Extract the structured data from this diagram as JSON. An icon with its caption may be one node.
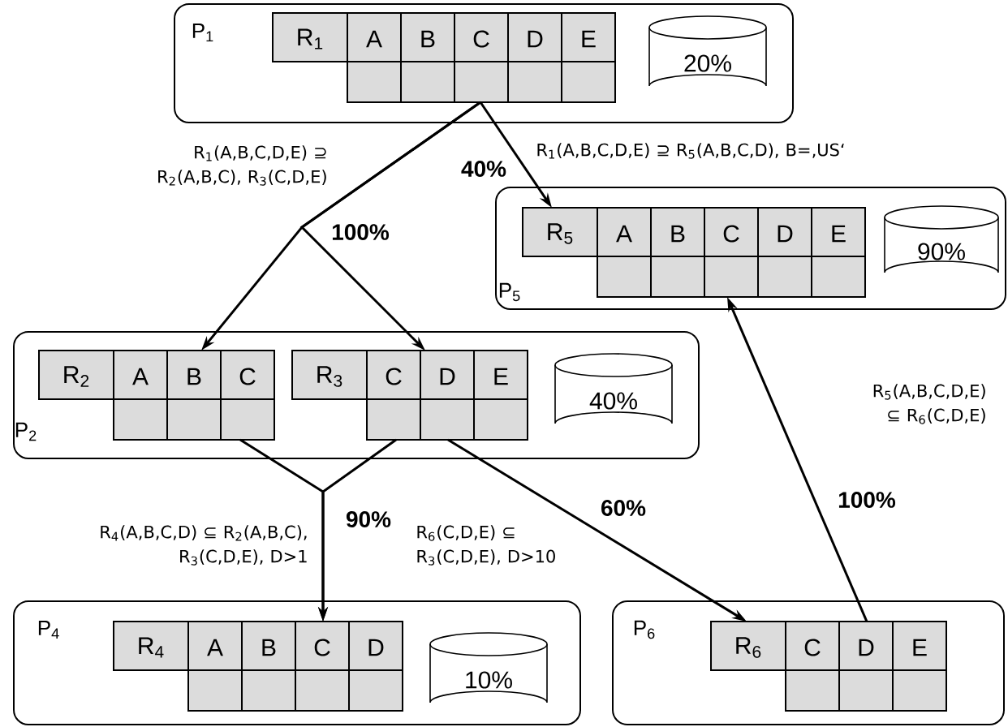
{
  "diagram": {
    "nodes": [
      {
        "text": [
          "P$_{1}$"
        ]
      },
      {
        "text": [
          "R$_{1}$",
          "A",
          "B",
          "C",
          "D",
          "E"
        ],
        "in": 0
      },
      {
        "text": [
          "20%"
        ],
        "in": 0
      },
      {
        "text": [
          "P$_{5}$"
        ]
      },
      {
        "text": [
          "R$_{5}$",
          "A",
          "B",
          "C",
          "D",
          "E"
        ],
        "in": 3
      },
      {
        "text": [
          "90%"
        ],
        "in": 3
      },
      {
        "text": [
          "P$_{2}$"
        ]
      },
      {
        "text": [
          "R$_{2}$",
          "A",
          "B",
          "C"
        ],
        "in": 6
      },
      {
        "text": [
          "R$_{3}$",
          "C",
          "D",
          "E"
        ],
        "in": 6
      },
      {
        "text": [
          "40%"
        ],
        "in": 6
      },
      {
        "text": [
          "P$_{4}$"
        ]
      },
      {
        "text": [
          "R$_{4}$",
          "A",
          "B",
          "C",
          "D"
        ],
        "in": 10
      },
      {
        "text": [
          "10%"
        ],
        "in": 10
      },
      {
        "text": [
          "P$_{6}$"
        ]
      },
      {
        "text": [
          "R$_{6}$",
          "C",
          "D",
          "E"
        ],
        "in": 13
      }
    ],
    "edges": [
      {
        "from": 1,
        "to": 7,
        "arrow": "to",
        "label": "100%"
      },
      {
        "from": 1,
        "to": 8,
        "arrow": "to"
      },
      {
        "from": 1,
        "to": 4,
        "arrow": "to",
        "label": "40%"
      },
      {
        "from": 7,
        "to": 11,
        "arrow": "to",
        "label": "90%"
      },
      {
        "from": 8,
        "to": 11,
        "arrow": "to"
      },
      {
        "from": 8,
        "to": 14,
        "arrow": "to",
        "label": "60%"
      },
      {
        "from": 14,
        "to": 4,
        "arrow": "to",
        "label": "100%"
      }
    ],
    "labels": [
      "R$_{1}$(A,B,C,D,E) ⊇ R$_{2}$(A,B,C), R$_{3}$(C,D,E)",
      "R$_{1}$(A,B,C,D,E) ⊇ R$_{5}$(A,B,C,D), B=‚US‘",
      "R$_{5}$(A,B,C,D,E) ⊆ R$_{6}$(C,D,E)",
      "R$_{4}$(A,B,C,D) ⊆ R$_{2}$(A,B,C), R$_{3}$(C,D,E), D>1",
      "R$_{6}$(C,D,E) ⊆ R$_{3}$(C,D,E), D>10"
    ]
  }
}
